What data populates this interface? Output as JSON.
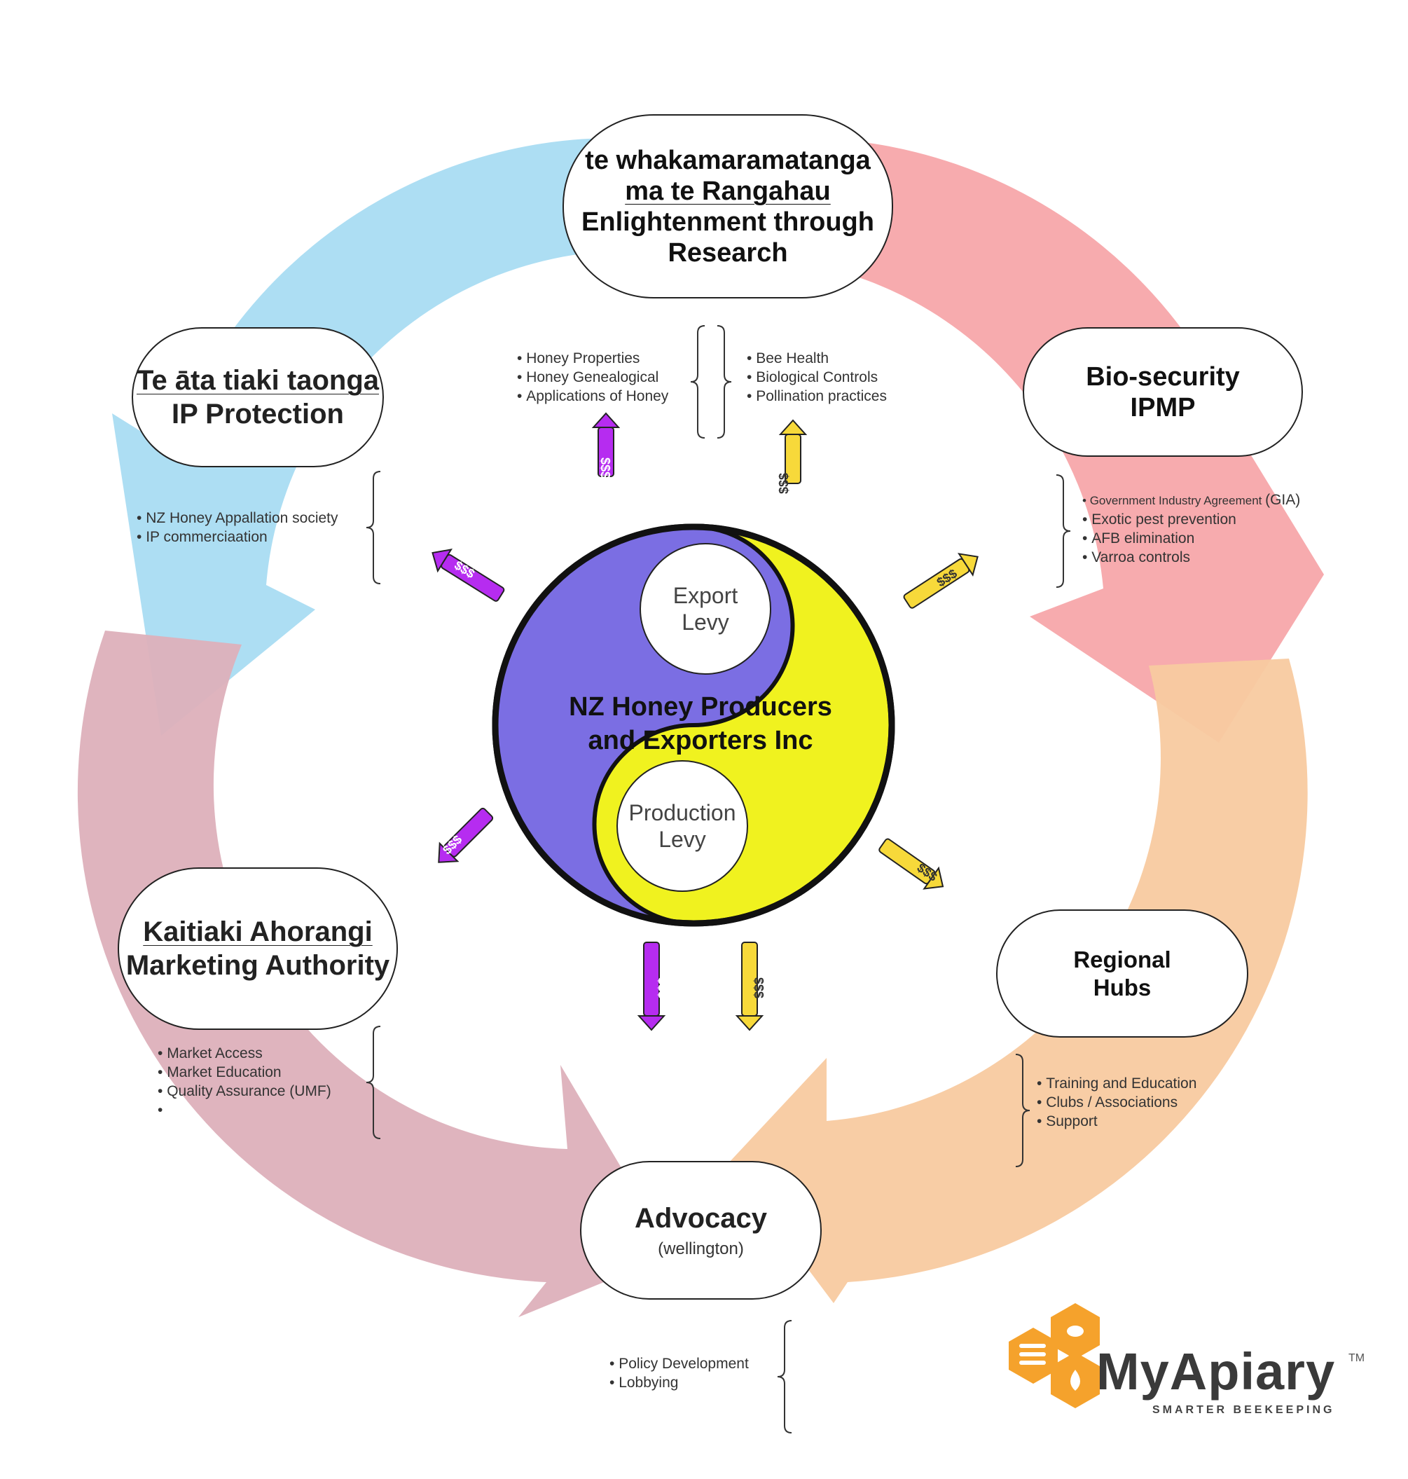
{
  "colors": {
    "ring_blue": "#a9dcf2",
    "ring_red": "#f7a7aa",
    "ring_orange": "#f8caa0",
    "ring_pink": "#ddb0bb",
    "yin_purple": "#7b6ee3",
    "yang_yellow": "#f0f21f",
    "arrow_purple": "#b62cf0",
    "arrow_yellow": "#f7d93a",
    "logo_orange": "#f5a22c"
  },
  "nodes": {
    "research": {
      "line1": "te whakamaramatanga",
      "line2": "ma te Rangahau",
      "line3": "Enlightenment through",
      "line4": "Research"
    },
    "ip": {
      "line1": "Te āta tiaki taonga",
      "line2": "IP Protection"
    },
    "biosecurity": {
      "line1": "Bio-security",
      "line2": "IPMP"
    },
    "marketing": {
      "line1": "Kaitiaki Ahorangi",
      "line2": "Marketing Authority"
    },
    "hubs": {
      "line1": "Regional",
      "line2": "Hubs"
    },
    "advocacy": {
      "title": "Advocacy",
      "subtitle": "(wellington)"
    }
  },
  "lists": {
    "research_left": [
      "Honey Properties",
      "Honey Genealogical",
      "Applications of Honey"
    ],
    "research_right": [
      "Bee Health",
      "Biological Controls",
      "Pollination practices"
    ],
    "ip": [
      "NZ Honey Appallation society",
      "IP commerciaation"
    ],
    "biosecurity": {
      "gia_main": "Government Industry Agreement ",
      "gia_abbr": "(GIA)",
      "items": [
        "Exotic pest prevention",
        "AFB elimination",
        "Varroa controls"
      ]
    },
    "marketing": [
      "Market Access",
      "Market Education",
      "Quality Assurance (UMF)",
      ""
    ],
    "hubs": [
      "Training and Education",
      "Clubs / Associations",
      "Support"
    ],
    "advocacy": [
      "Policy Development",
      "Lobbying"
    ]
  },
  "center": {
    "title_line1": "NZ Honey Producers",
    "title_line2": "and Exporters Inc",
    "export_levy": {
      "line1": "Export",
      "line2": "Levy"
    },
    "production_levy": {
      "line1": "Production",
      "line2": "Levy"
    }
  },
  "arrow_label": "$$$",
  "logo": {
    "name": "MyApiary",
    "tm": "TM",
    "tagline": "SMARTER BEEKEEPING"
  }
}
